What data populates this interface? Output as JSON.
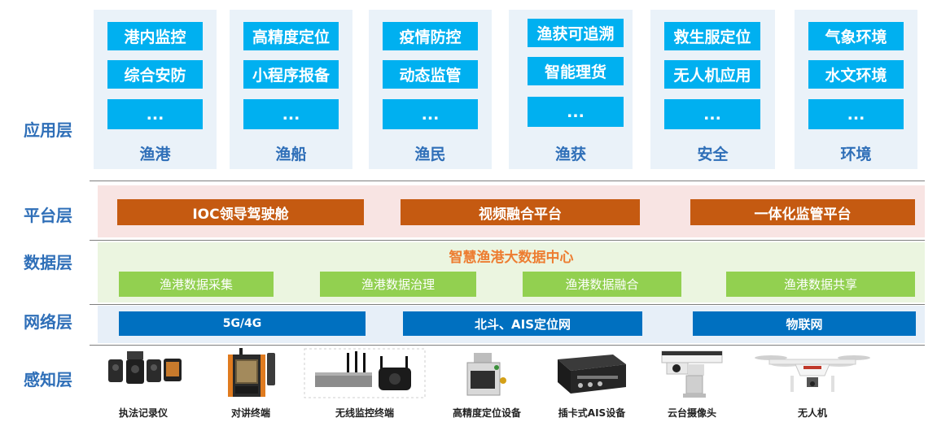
{
  "layers": {
    "application": "应用层",
    "platform": "平台层",
    "data": "数据层",
    "network": "网络层",
    "perception": "感知层"
  },
  "app_columns": [
    {
      "label": "渔港",
      "items": [
        "港内监控",
        "综合安防",
        "..."
      ]
    },
    {
      "label": "渔船",
      "items": [
        "高精度定位",
        "小程序报备",
        "..."
      ]
    },
    {
      "label": "渔民",
      "items": [
        "疫情防控",
        "动态监管",
        "..."
      ]
    },
    {
      "label": "渔获",
      "items": [
        "渔获可追溯",
        "智能理货",
        "..."
      ]
    },
    {
      "label": "安全",
      "items": [
        "救生服定位",
        "无人机应用",
        "..."
      ]
    },
    {
      "label": "环境",
      "items": [
        "气象环境",
        "水文环境",
        "..."
      ]
    }
  ],
  "platform": [
    "IOC领导驾驶舱",
    "视频融合平台",
    "一体化监管平台"
  ],
  "data_center": {
    "title": "智慧渔港大数据中心",
    "items": [
      "渔港数据采集",
      "渔港数据治理",
      "渔港数据融合",
      "渔港数据共享"
    ]
  },
  "network": [
    "5G/4G",
    "北斗、AIS定位网",
    "物联网"
  ],
  "devices": [
    {
      "label": "执法记录仪",
      "icon": "body-camera-icon"
    },
    {
      "label": "对讲终端",
      "icon": "walkie-talkie-icon"
    },
    {
      "label": "无线监控终端",
      "icon": "wireless-monitor-icon"
    },
    {
      "label": "高精度定位设备",
      "icon": "gps-device-icon"
    },
    {
      "label": "插卡式AIS设备",
      "icon": "ais-device-icon"
    },
    {
      "label": "云台摄像头",
      "icon": "ptz-camera-icon"
    },
    {
      "label": "无人机",
      "icon": "drone-icon"
    }
  ],
  "colors": {
    "layer_label": "#2f6fb8",
    "app_button": "#00b0f0",
    "platform_bar": "#c55a11",
    "data_bar": "#92d050",
    "data_title": "#ed7d31",
    "network_bar": "#0070c0"
  }
}
